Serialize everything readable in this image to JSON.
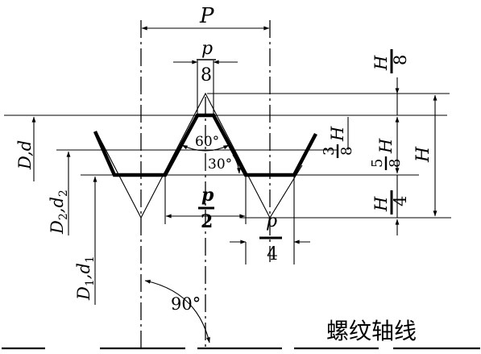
{
  "labels": {
    "pitch_big": "P",
    "p_num": "p",
    "den_8": "8",
    "den_2": "2",
    "den_4": "4",
    "angle_60": "60°",
    "angle_30": "30°",
    "angle_90": "90°",
    "H": "H",
    "num_3": "3",
    "num_5": "5",
    "D_d": "D,d",
    "D2_d2": "D",
    "sub2": "2",
    "sep2": ",d",
    "D1_d1": "D",
    "sub1": "1",
    "sep1": ",d",
    "axis_label": "螺纹轴线"
  }
}
